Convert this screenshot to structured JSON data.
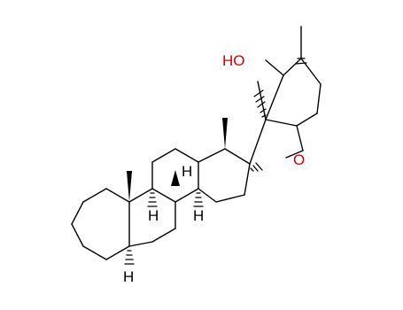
{
  "molecule": {
    "atoms": [
      {
        "id": "ho",
        "text": "HO",
        "color": "#d40000"
      },
      {
        "id": "o",
        "text": "O",
        "color": "#d40000"
      },
      {
        "id": "h8",
        "text": "H",
        "color": "#000000"
      },
      {
        "id": "h9",
        "text": "H",
        "color": "#000000"
      },
      {
        "id": "h14",
        "text": "H",
        "color": "#000000"
      },
      {
        "id": "h5",
        "text": "H",
        "color": "#000000"
      }
    ]
  }
}
